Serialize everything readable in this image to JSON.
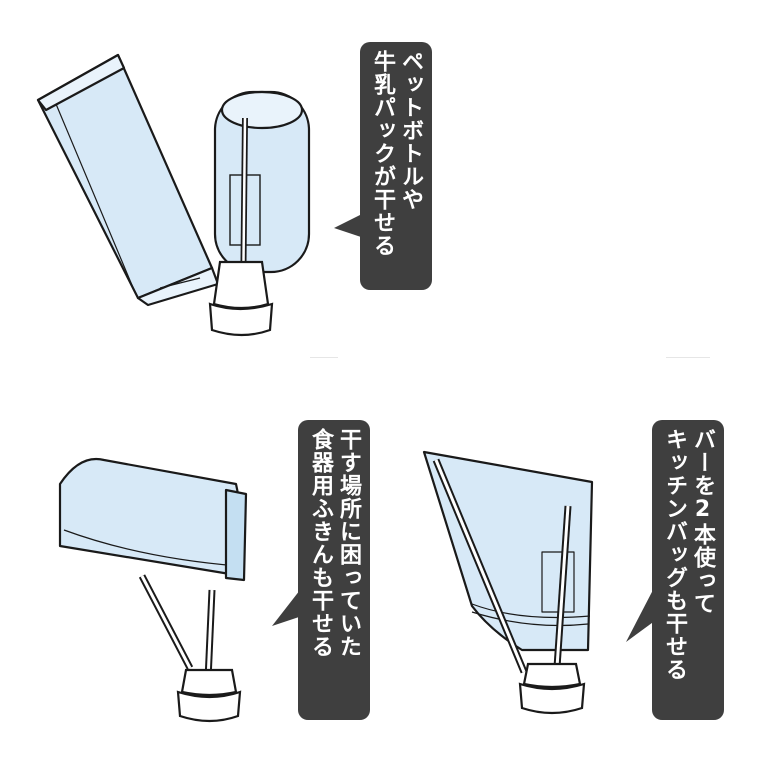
{
  "panels": {
    "bottle": {
      "caption_lines": [
        "ペットボトルや",
        "牛乳パックが干せる"
      ]
    },
    "cloth": {
      "caption_lines": [
        "干す場所に困っていた",
        "食器用ふきんも干せる"
      ]
    },
    "bag": {
      "caption_lines": [
        "バーを2本使って",
        "キッチンバッグも干せる"
      ]
    }
  },
  "colors": {
    "bubble": "#3f3f3f",
    "bubble_text": "#ffffff",
    "item_fill": "#d7e9f7",
    "outline": "#1a1a1a"
  }
}
